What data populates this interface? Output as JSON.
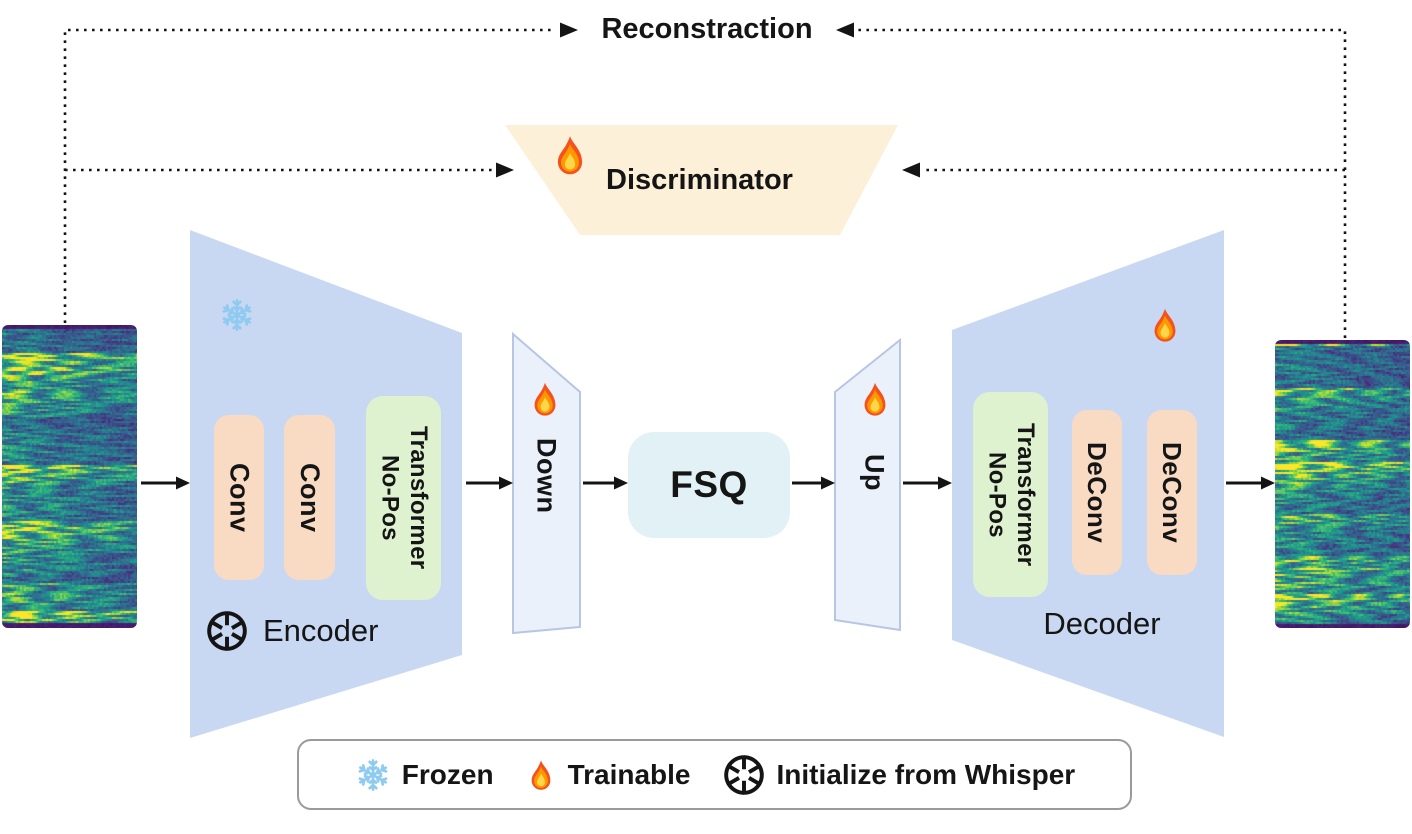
{
  "reconstruction": {
    "label": "Reconstraction"
  },
  "discriminator": {
    "label": "Discriminator",
    "icon": "flame-icon",
    "fill": "#FDF0D8"
  },
  "encoder": {
    "label": "Encoder",
    "status_icon": "snowflake-icon",
    "logo_icon": "openai-logo-icon",
    "blocks": [
      {
        "label": "Conv"
      },
      {
        "label": "Conv"
      },
      {
        "label": "Transformer",
        "label2": "No-Pos"
      }
    ]
  },
  "bottleneck": {
    "down": {
      "label": "Down",
      "icon": "flame-icon"
    },
    "fsq": {
      "label": "FSQ"
    },
    "up": {
      "label": "Up",
      "icon": "flame-icon"
    }
  },
  "decoder": {
    "label": "Decoder",
    "status_icon": "flame-icon",
    "blocks": [
      {
        "label": "Transformer",
        "label2": "No-Pos"
      },
      {
        "label": "DeConv"
      },
      {
        "label": "DeConv"
      }
    ]
  },
  "legend": {
    "items": [
      {
        "icon": "snowflake-icon",
        "label": "Frozen"
      },
      {
        "icon": "flame-icon",
        "label": "Trainable"
      },
      {
        "icon": "openai-logo-icon",
        "label": "Initialize from Whisper"
      }
    ]
  },
  "colors": {
    "encoder_fill": "#C9D8F2",
    "decoder_fill": "#C9D8F2",
    "updown_fill": "#EAF1FB",
    "updown_border": "#B6C6E3",
    "fsq_fill": "#E2F1F5",
    "discriminator_fill": "#FDF0D8",
    "conv_fill": "#F8DBC2",
    "transformer_fill": "#DFF2D0",
    "line_color": "#141414"
  }
}
